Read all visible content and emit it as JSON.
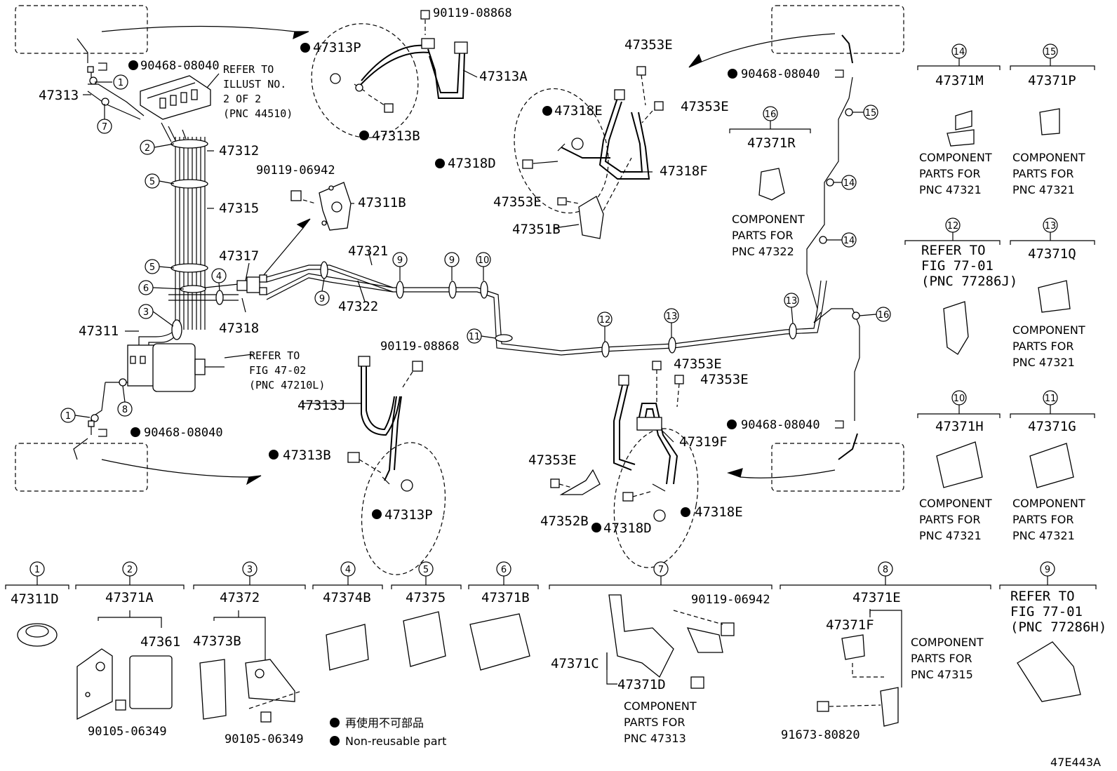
{
  "labels": {
    "p47313": "47313",
    "p90468a": "90468-08040",
    "ref_illust": [
      "REFER TO",
      "ILLUST NO.",
      "2 OF 2",
      "(PNC 44510)"
    ],
    "p47312": "47312",
    "p47315": "47315",
    "p90119_06942a": "90119-06942",
    "p47311B": "47311B",
    "p47317": "47317",
    "p47318": "47318",
    "p47311": "47311",
    "ref_fig4702": [
      "REFER TO",
      "FIG 47-02",
      "(PNC 47210L)"
    ],
    "p90468b": "90468-08040",
    "p47313P_top": "47313P",
    "p90119_08868a": "90119-08868",
    "p47313A": "47313A",
    "p47313B_top": "47313B",
    "p47353E_top1": "47353E",
    "p47353E_top2": "47353E",
    "p47318E_top": "47318E",
    "p47318D_top": "47318D",
    "p47318F": "47318F",
    "p47353E_top3": "47353E",
    "p47351B": "47351B",
    "p90468c": "90468-08040",
    "p47321": "47321",
    "p47322": "47322",
    "p90119_08868b": "90119-08868",
    "p47313J": "47313J",
    "p47313B_bot": "47313B",
    "p47313P_bot": "47313P",
    "p47353E_bot1": "47353E",
    "p47353E_bot2": "47353E",
    "p47319F": "47319F",
    "p47353E_bot3": "47353E",
    "p47352B": "47352B",
    "p47318D_bot": "47318D",
    "p47318E_bot": "47318E",
    "p90468d": "90468-08040",
    "p47371R": "47371R",
    "comp_47322": [
      "COMPONENT",
      "PARTS FOR",
      "PNC 47322"
    ],
    "p47371M": "47371M",
    "comp_14": [
      "COMPONENT",
      "PARTS FOR",
      "PNC 47321"
    ],
    "p47371P": "47371P",
    "comp_15": [
      "COMPONENT",
      "PARTS FOR",
      "PNC 47321"
    ],
    "ref_12": [
      "REFER TO",
      "FIG 77-01",
      "(PNC 77286J)"
    ],
    "p47371Q": "47371Q",
    "comp_13": [
      "COMPONENT",
      "PARTS FOR",
      "PNC 47321"
    ],
    "p47371H": "47371H",
    "comp_10": [
      "COMPONENT",
      "PARTS FOR",
      "PNC 47321"
    ],
    "p47371G": "47371G",
    "comp_11": [
      "COMPONENT",
      "PARTS FOR",
      "PNC 47321"
    ],
    "p47311D": "47311D",
    "p47371A": "47371A",
    "p47361": "47361",
    "p90105_a": "90105-06349",
    "p47372": "47372",
    "p47373B": "47373B",
    "p90105_b": "90105-06349",
    "p47374B": "47374B",
    "p47375": "47375",
    "p47371B": "47371B",
    "p90119_06942b": "90119-06942",
    "p47371C": "47371C",
    "p47371D": "47371D",
    "comp_47313": [
      "COMPONENT",
      "PARTS FOR",
      "PNC 47313"
    ],
    "p47371E": "47371E",
    "p47371F": "47371F",
    "comp_47315": [
      "COMPONENT",
      "PARTS FOR",
      "PNC 47315"
    ],
    "p91673": "91673-80820",
    "ref_9": [
      "REFER TO",
      "FIG 77-01",
      "(PNC 77286H)"
    ],
    "legend_jp": "再使用不可部品",
    "legend_en": "Non-reusable part",
    "fig_code": "47E443A"
  },
  "callouts": {
    "c1": "1",
    "c2": "2",
    "c3": "3",
    "c4": "4",
    "c5": "5",
    "c6": "6",
    "c7": "7",
    "c8": "8",
    "c9": "9",
    "c10": "10",
    "c11": "11",
    "c12": "12",
    "c13": "13",
    "c14": "14",
    "c15": "15",
    "c16": "16"
  }
}
